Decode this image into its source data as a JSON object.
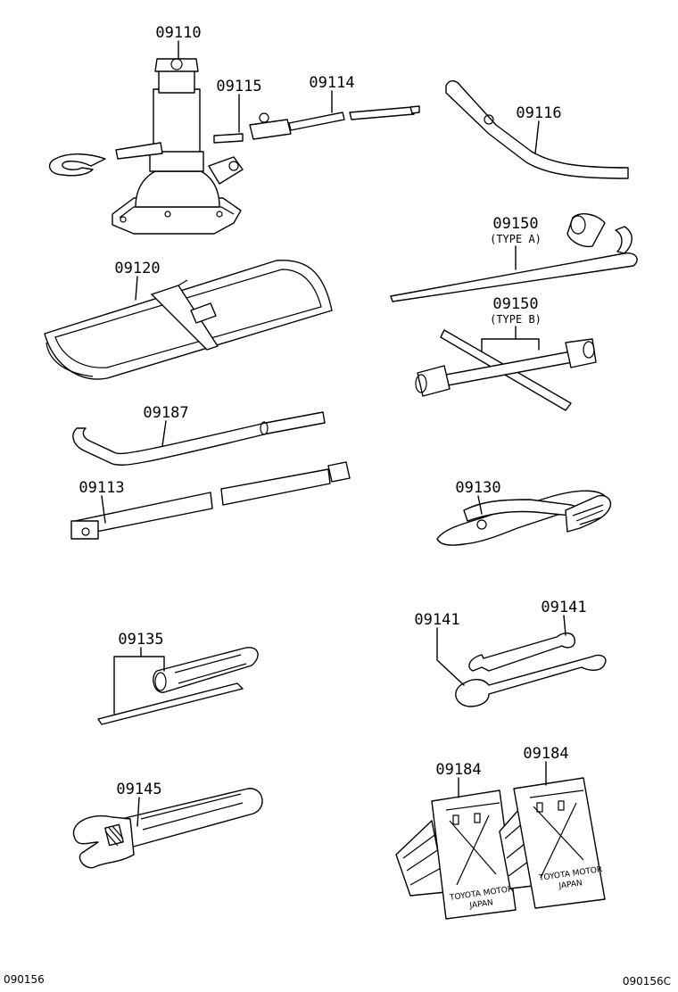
{
  "parts": {
    "jack": "09110",
    "jack_handle_ext": "09115",
    "jack_handle": "09114",
    "wheel_wrench_bar": "09116",
    "tool_bag": "09120",
    "lug_wrench_a": "09150",
    "lug_wrench_a_type": "(TYPE A)",
    "lug_wrench_b": "09150",
    "lug_wrench_b_type": "(TYPE B)",
    "handle_bar": "09187",
    "extension_bar": "09113",
    "pliers": "09130",
    "wrench_upper": "09141",
    "wrench_lower": "09141",
    "screwdriver": "09135",
    "adjustable_wrench": "09145",
    "chock_left": "09184",
    "chock_right": "09184"
  },
  "chock_text": {
    "brand": "TOYOTA MOTOR",
    "country": "JAPAN"
  },
  "footer": {
    "left_code": "090156",
    "right_code": "090156C"
  }
}
